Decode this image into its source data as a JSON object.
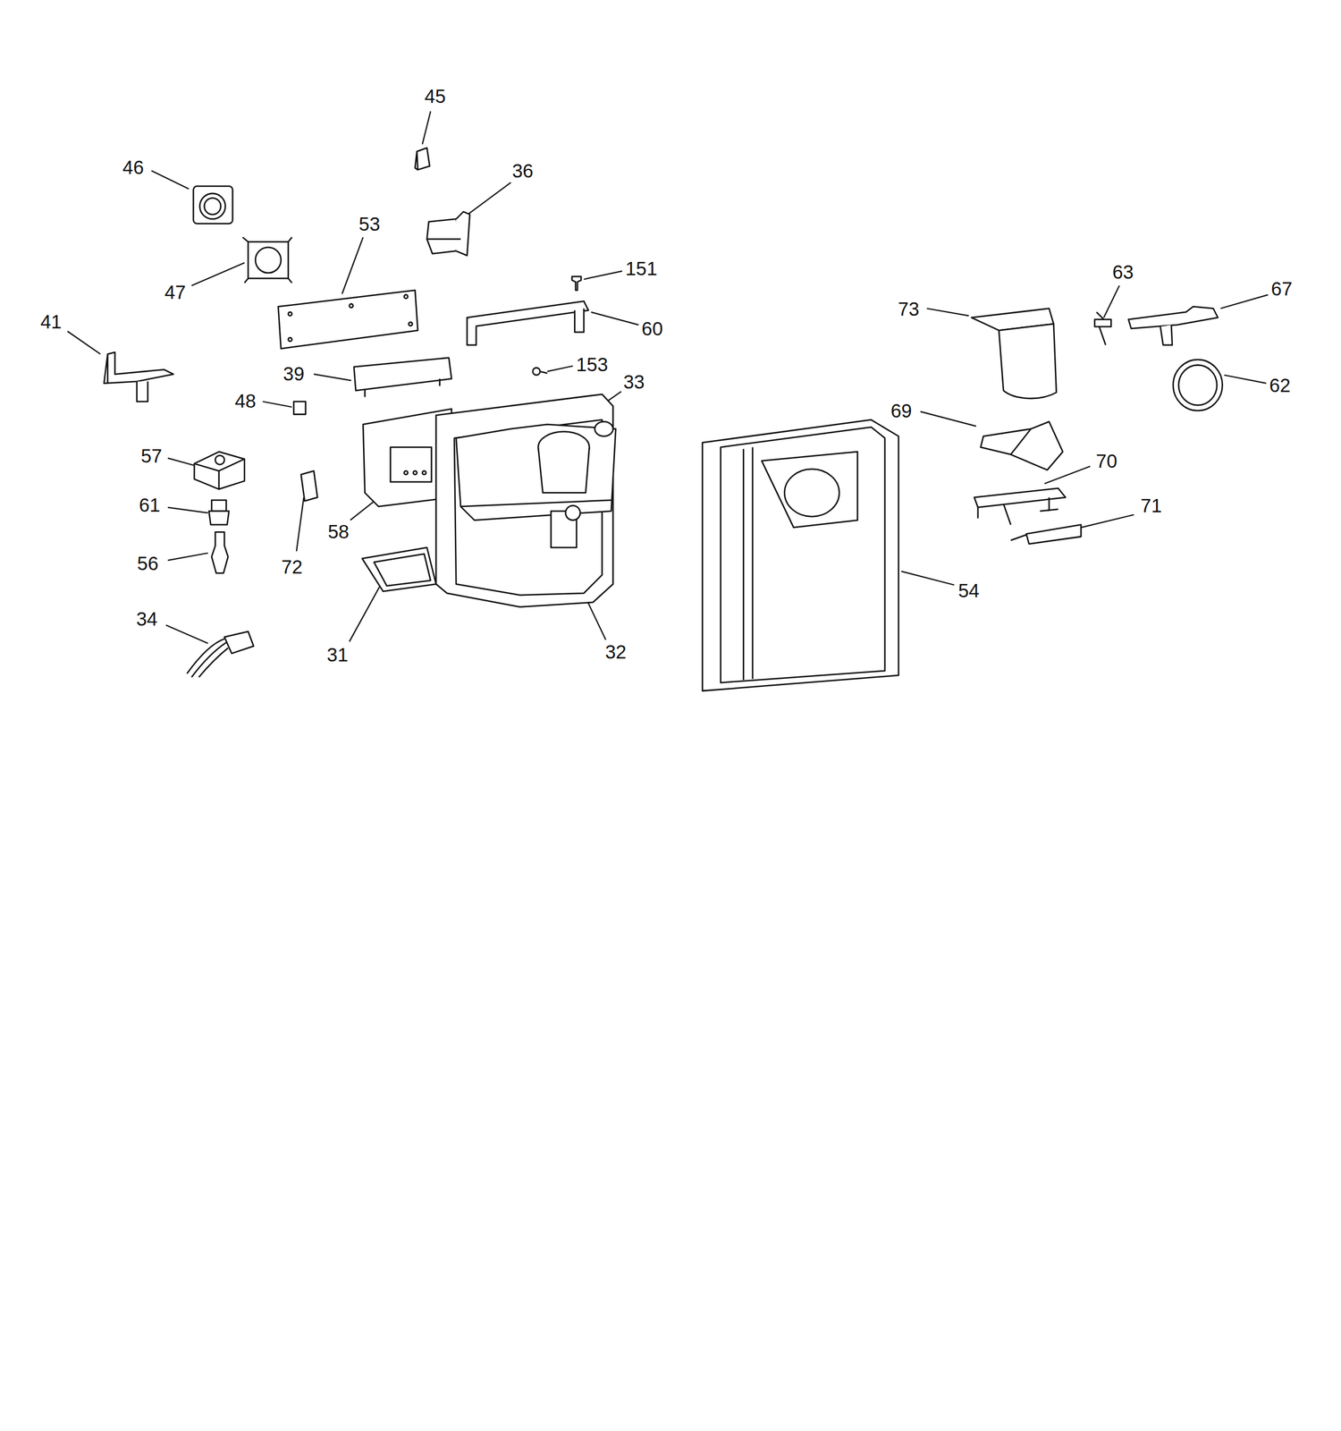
{
  "diagram": {
    "labels": [
      "45",
      "46",
      "36",
      "53",
      "151",
      "63",
      "67",
      "47",
      "73",
      "60",
      "41",
      "39",
      "153",
      "62",
      "33",
      "48",
      "69",
      "57",
      "70",
      "58",
      "61",
      "71",
      "72",
      "56",
      "54",
      "34",
      "31",
      "32"
    ]
  }
}
